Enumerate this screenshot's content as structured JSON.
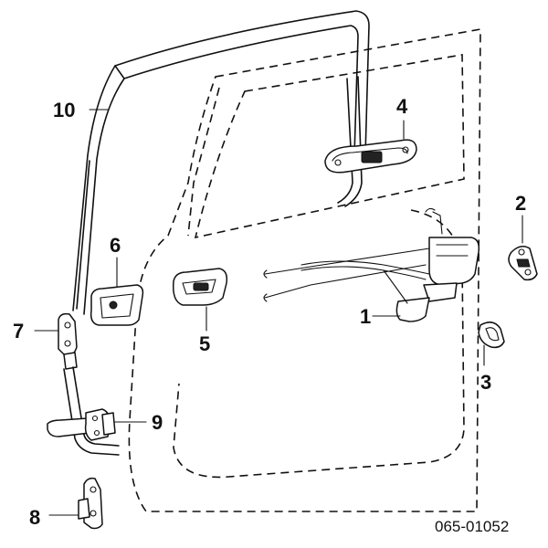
{
  "diagram": {
    "callouts": [
      "1",
      "2",
      "3",
      "4",
      "5",
      "6",
      "7",
      "8",
      "9",
      "10"
    ],
    "drawing_code": "065-01052"
  }
}
